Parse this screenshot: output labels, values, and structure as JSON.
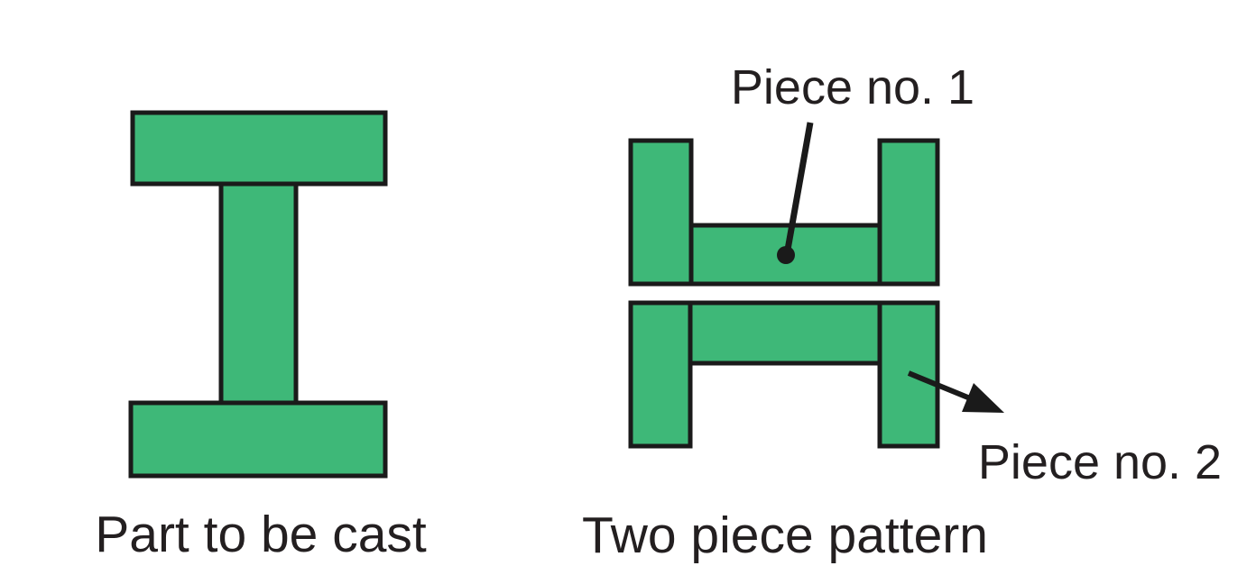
{
  "colors": {
    "background": "#ffffff",
    "shape_fill": "#3eb878",
    "outline": "#1a1a1a",
    "text": "#231f20"
  },
  "left_figure": {
    "caption": "Part to be cast"
  },
  "right_figure": {
    "caption": "Two piece pattern",
    "piece1_label": "Piece no. 1",
    "piece2_label": "Piece no. 2"
  }
}
